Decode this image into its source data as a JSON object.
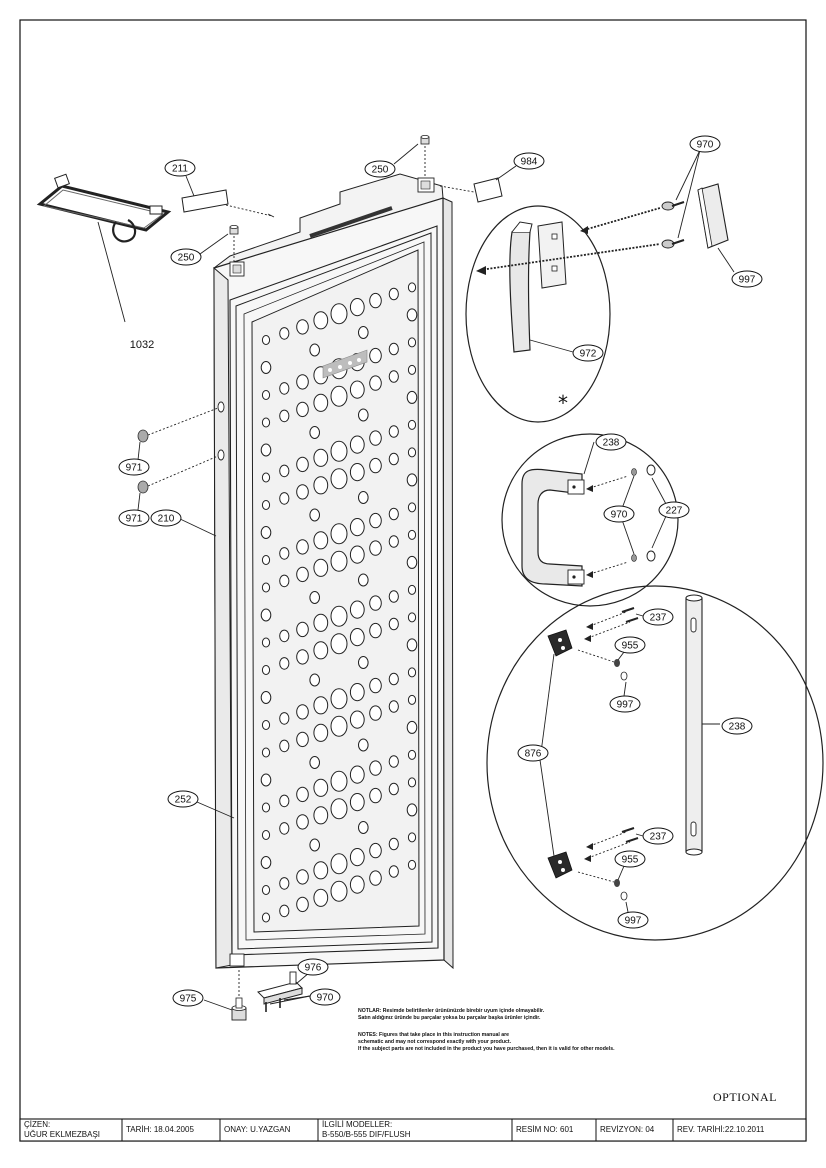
{
  "callouts": {
    "c211": "211",
    "c250a": "250",
    "c250b": "250",
    "c984": "984",
    "c970a": "970",
    "c997a": "997",
    "c972": "972",
    "c1032": "1032",
    "c971a": "971",
    "c971b": "971",
    "c210": "210",
    "c238a": "238",
    "c970b": "970",
    "c227": "227",
    "c237a": "237",
    "c955a": "955",
    "c997b": "997",
    "c876": "876",
    "c238b": "238",
    "c237b": "237",
    "c955b": "955",
    "c997c": "997",
    "c252": "252",
    "c976": "976",
    "c975": "975",
    "c970c": "970"
  },
  "star_mark": "*",
  "notes": {
    "line1": "NOTLAR: Resimde belirtilenler ürününüzde birebir uyum içinde olmayabilir.",
    "line2": "Satın aldığınız üründe bu parçalar yoksa bu parçalar başka ürünler içindir.",
    "line3": "NOTES: Figures that take place in this instruction manual are",
    "line4": "schematic and may not correspond exactly with your product.",
    "line5": "If the subject parts are not included in the product you have purchased, then it is valid for other models."
  },
  "optional_label": "OPTIONAL",
  "title_block": {
    "drawer": "ÇİZEN:\nUĞUR EKLMEZBAŞI",
    "drawer_line1": "ÇİZEN:",
    "drawer_line2": "UĞUR EKLMEZBAŞI",
    "date": "TARİH: 18.04.2005",
    "approval": "ONAY:   U.YAZGAN",
    "models_line1": "İLGİLİ MODELLER:",
    "models_line2": "B-550/B-555 DIF/FLUSH",
    "drawing_no": "RESİM NO: 601",
    "revision": "REVİZYON: 04",
    "rev_date": "REV. TARİHİ:22.10.2011"
  },
  "colors": {
    "ink": "#111111",
    "paper": "#ffffff",
    "panel": "#f2f2f2"
  }
}
